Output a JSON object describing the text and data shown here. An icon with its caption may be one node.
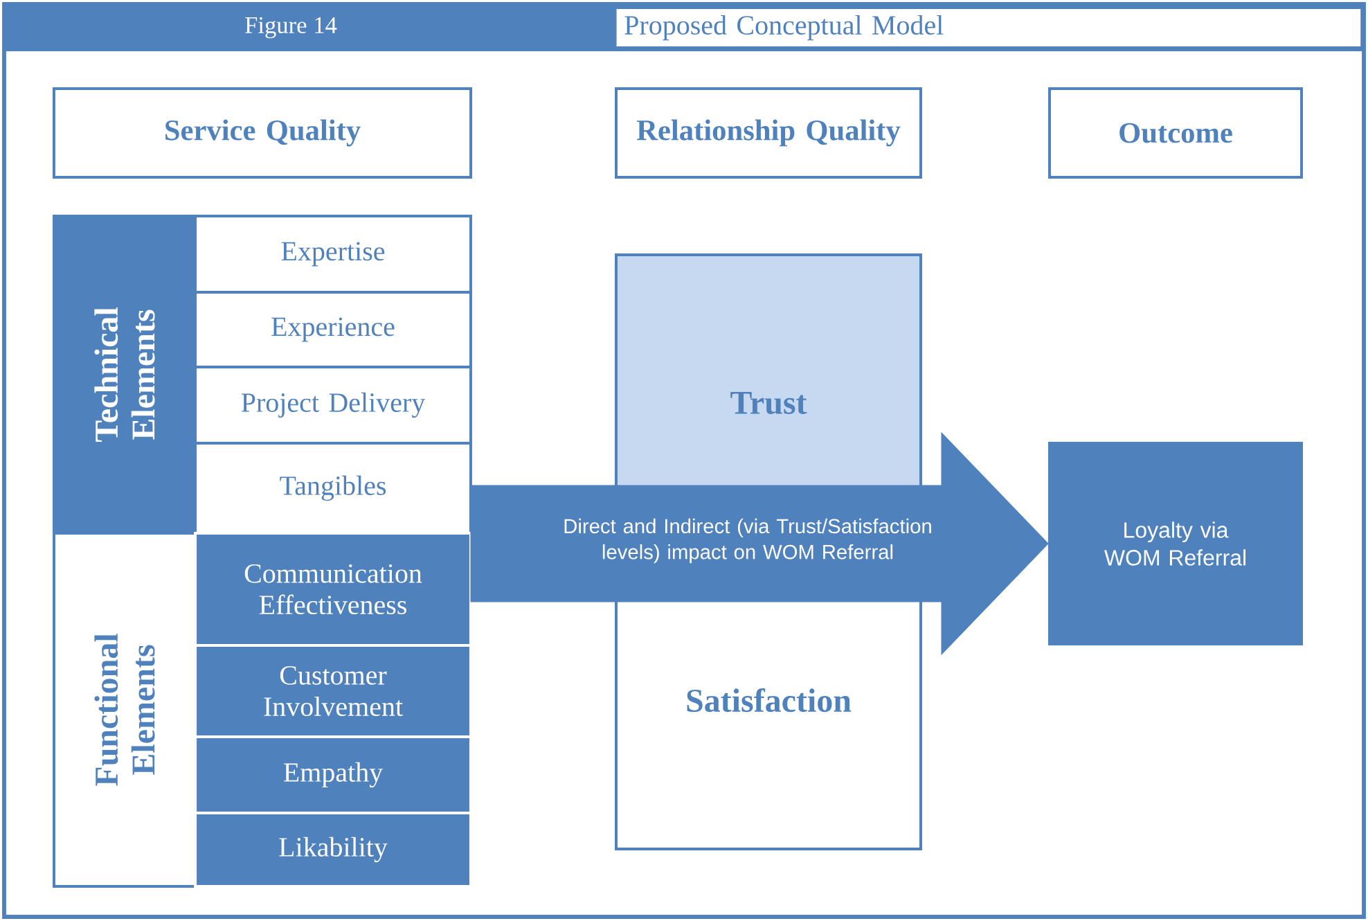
{
  "diagram": {
    "title": "Proposed Conceptual Model",
    "nodes": [
      {
        "text": [
          "Service Quality"
        ]
      },
      {
        "text": [
          "Relationship Quality"
        ]
      },
      {
        "text": [
          "Outcome"
        ]
      },
      {
        "text": [
          "Technical Elements"
        ]
      },
      {
        "text": [
          "Expertise"
        ]
      },
      {
        "text": [
          "Experience"
        ]
      },
      {
        "text": [
          "Project Delivery"
        ]
      },
      {
        "text": [
          "Tangibles"
        ]
      },
      {
        "text": [
          "Functional Elements"
        ]
      },
      {
        "text": [
          "Communication Effectiveness"
        ]
      },
      {
        "text": [
          "Customer Involvement"
        ]
      },
      {
        "text": [
          "Empathy"
        ]
      },
      {
        "text": [
          "Likability"
        ]
      },
      {
        "text": [
          "Trust"
        ]
      },
      {
        "text": [
          "Satisfaction"
        ]
      },
      {
        "text": [
          "Loyalty via WOM Referral"
        ]
      }
    ],
    "edges": [
      {
        "from": null,
        "to": 15,
        "arrow": "to",
        "style": "thick",
        "label": "Direct and Indirect (via Trust/Satisfaction levels) impact on WOM Referral"
      }
    ],
    "labels": [
      "Figure 14"
    ]
  }
}
